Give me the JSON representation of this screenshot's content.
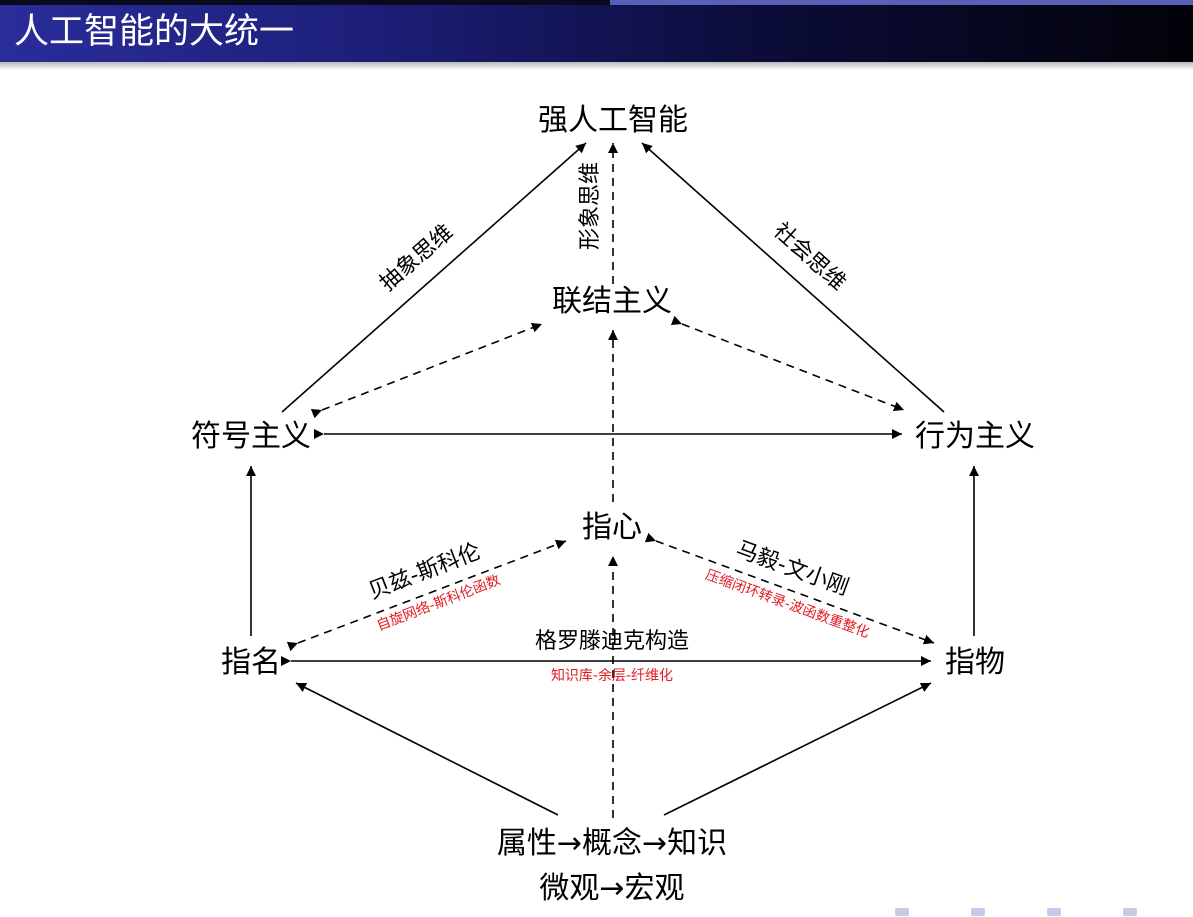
{
  "slide": {
    "title": "人工智能的大统一"
  },
  "nodes": {
    "strong_ai": "强人工智能",
    "connectionism": "联结主义",
    "symbolism": "符号主义",
    "behaviorism": "行为主义",
    "mind": "指心",
    "name": "指名",
    "thing": "指物",
    "attributes": "属性→概念→知识",
    "micro_macro": "微观→宏观"
  },
  "edge_labels": {
    "abstract_thinking": "抽象思维",
    "image_thinking": "形象思维",
    "social_thinking": "社会思维",
    "bayes_main": "贝兹-斯科伦",
    "bayes_sub": "自旋网络-斯科伦函数",
    "ma_main": "马毅-文小刚",
    "ma_sub": "压缩闭环转录-波函数重整化",
    "grothendieck_main": "格罗滕迪克构造",
    "grothendieck_sub": "知识库-余层-纤维化"
  },
  "colors": {
    "title_bar_start": "#2a2d9a",
    "title_bar_end": "#020208",
    "annotation_red": "#e11b22",
    "line": "#000000"
  }
}
